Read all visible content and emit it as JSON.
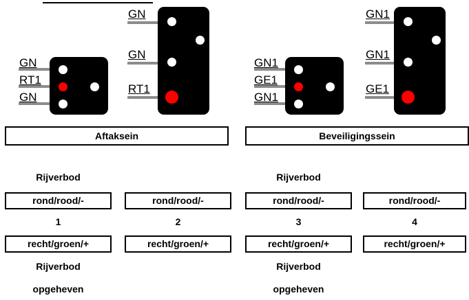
{
  "left_signals": {
    "aftak_labels": [
      "GN",
      "RT1",
      "GN"
    ],
    "main_labels": [
      "GN",
      "GN",
      "RT1"
    ],
    "caption": "Aftaksein"
  },
  "right_signals": {
    "aftak_labels": [
      "GN1",
      "GE1",
      "GN1"
    ],
    "main_labels": [
      "GN1",
      "GN1",
      "GE1"
    ],
    "caption": "Beveiligingssein"
  },
  "columns": [
    {
      "number": "1",
      "top_note": "Rijverbod",
      "box_top": "rond/rood/-",
      "box_bottom": "recht/groen/+",
      "bottom_note_1": "Rijverbod",
      "bottom_note_2": "opgeheven"
    },
    {
      "number": "2",
      "top_note": "",
      "box_top": "rond/rood/-",
      "box_bottom": "recht/groen/+",
      "bottom_note_1": "",
      "bottom_note_2": ""
    },
    {
      "number": "3",
      "top_note": "Rijverbod",
      "box_top": "rond/rood/-",
      "box_bottom": "recht/groen/+",
      "bottom_note_1": "Rijverbod",
      "bottom_note_2": "opgeheven"
    },
    {
      "number": "4",
      "top_note": "",
      "box_top": "rond/rood/-",
      "box_bottom": "recht/groen/+",
      "bottom_note_1": "",
      "bottom_note_2": ""
    }
  ],
  "colors": {
    "lamp_red": "#ff0000",
    "lamp_white": "#ffffff",
    "wire": "#8c8c8c"
  }
}
